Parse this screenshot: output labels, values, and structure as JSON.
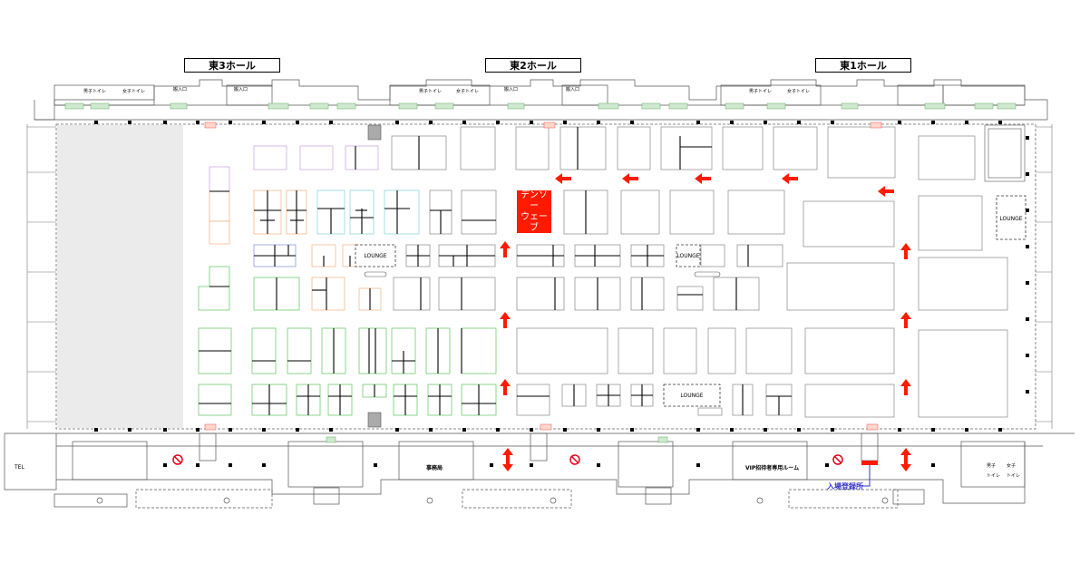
{
  "halls": [
    {
      "label": "東3ホール"
    },
    {
      "label": "東2ホール"
    },
    {
      "label": "東1ホール"
    }
  ],
  "highlight_booth": {
    "label_line1": "デンソー",
    "label_line2": "ウェーブ",
    "color": "#ff1a00"
  },
  "lounges": [
    "LOUNGE",
    "LOUNGE",
    "LOUNGE",
    "LOUNGE"
  ],
  "facilities": {
    "tel": "TEL",
    "office": "事務局",
    "vip_room": "VIP招待者専用ルーム",
    "registration": "入場登録所",
    "entrances": [
      "搬入口",
      "搬入口",
      "搬入口",
      "搬入口"
    ],
    "toilets": [
      "男子トイレ",
      "女子トイレ",
      "男子トイレ",
      "女子トイレ",
      "男子トイレ",
      "女子トイレ"
    ],
    "toilet_small": [
      "男子",
      "トイレ",
      "女子",
      "トイレ"
    ]
  },
  "colors": {
    "arrow": "#ff1a00",
    "no_entry": "#e8001c",
    "entry_text": "#3333cc",
    "gray_area": "#ebebeb"
  }
}
